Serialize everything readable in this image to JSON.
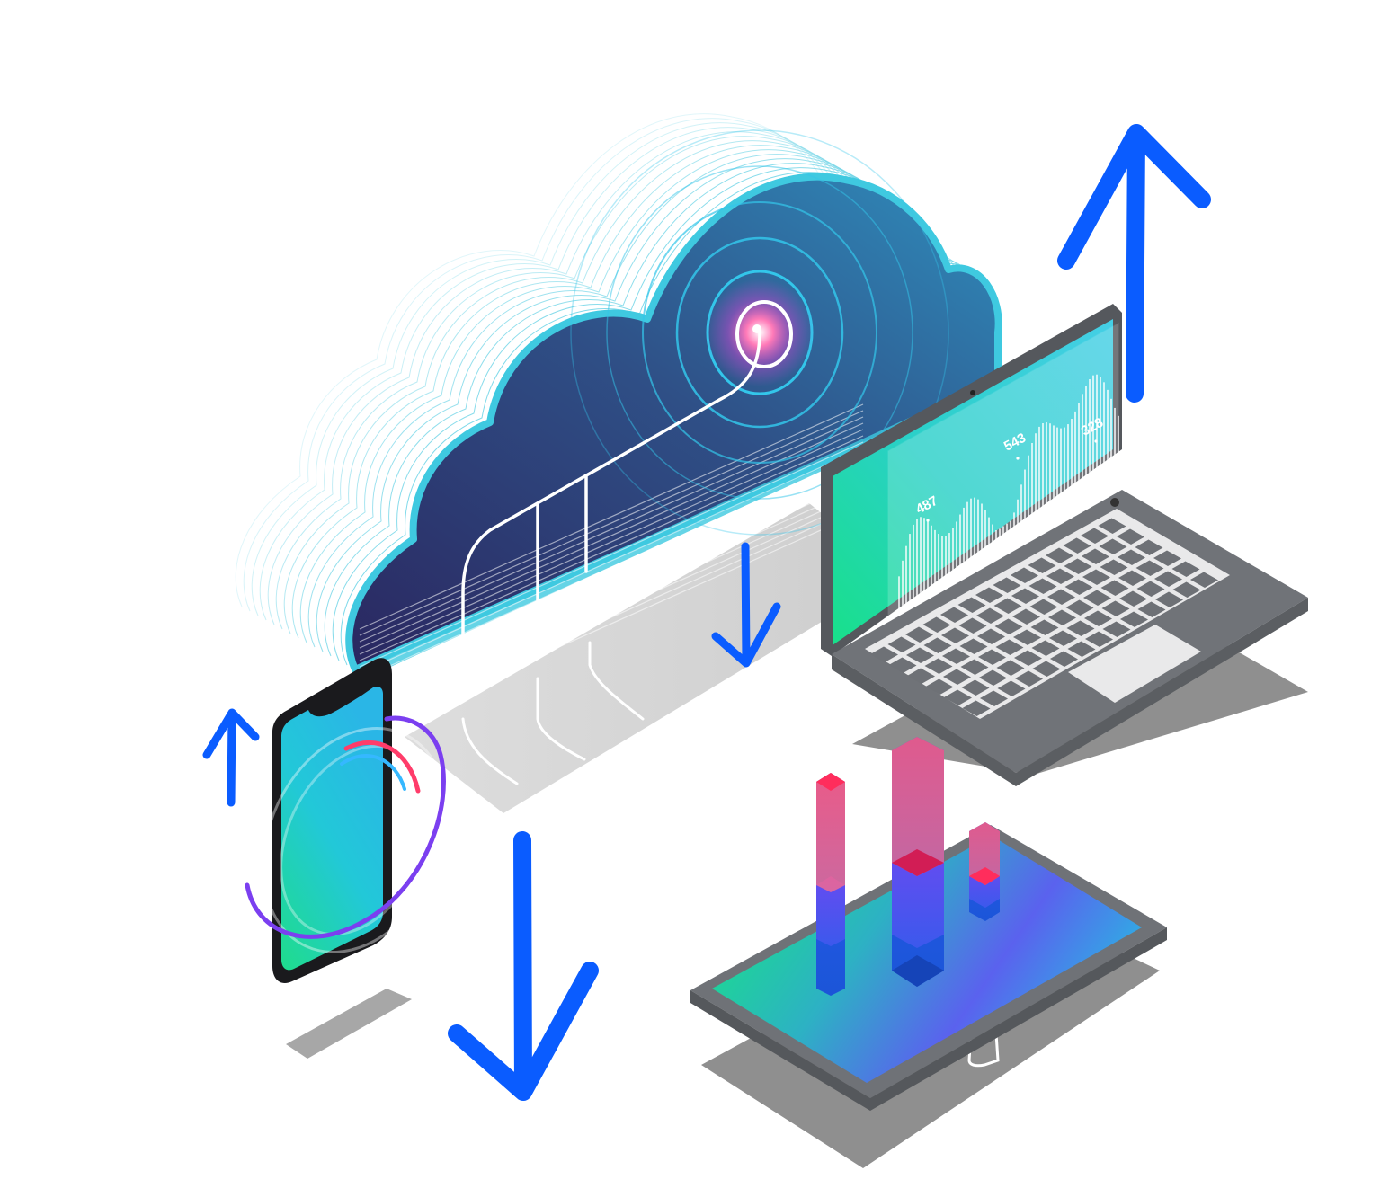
{
  "illustration": {
    "subject": "cloud-sync-devices",
    "laptop_screen": {
      "values": [
        "487",
        "543",
        "328"
      ]
    },
    "colors": {
      "arrow_blue": "#0a5cff",
      "cloud_dark": "#2d2f66",
      "cloud_light": "#3fc9e0",
      "screen_teal": "#22d0c8",
      "screen_green": "#1de08a",
      "accent_pink": "#ff4d73",
      "accent_purple": "#6a3df0",
      "device_gray": "#6f7277",
      "shadow_gray": "#9a9a9a"
    },
    "icons": [
      "cloud-icon",
      "arrow-up-icon",
      "arrow-down-icon",
      "smartphone-icon",
      "laptop-icon",
      "tablet-icon",
      "bar-chart-icon"
    ]
  }
}
